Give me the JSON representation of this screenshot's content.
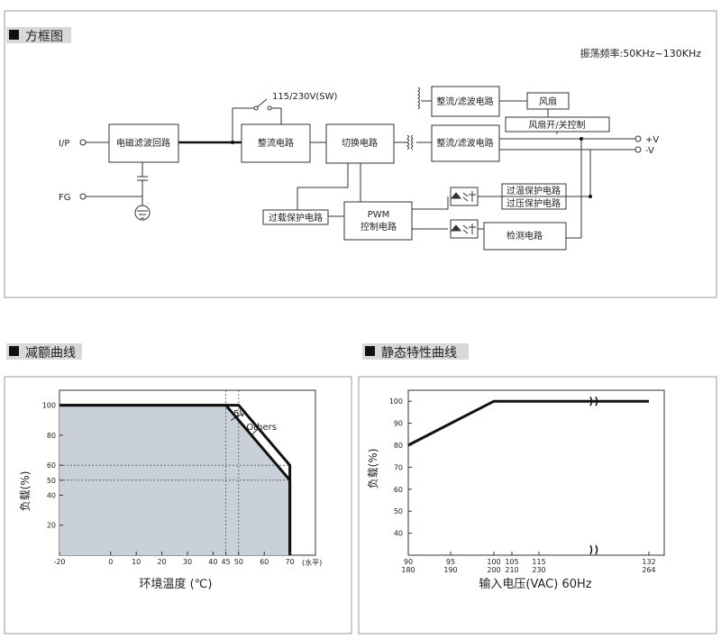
{
  "sections": {
    "block_diagram": "方框图",
    "derating": "减额曲线",
    "static": "静态特性曲线"
  },
  "oscillation": "振荡频率:50KHz~130KHz",
  "blocks": {
    "input": "I/P",
    "fg": "FG",
    "emi": "电磁滤波回路",
    "switch": "115/230V(SW)",
    "rect1": "整流电路",
    "switching": "切换电路",
    "rect_top": "整流/滤波电路",
    "fan": "风扇",
    "fan_ctrl": "风扇开/关控制",
    "rect_main": "整流/滤波电路",
    "vplus": "+V",
    "vminus": "-V",
    "otp": "过温保护电路",
    "ovp": "过压保护电路",
    "olp": "过载保护电路",
    "pwm_line1": "PWM",
    "pwm_line2": "控制电路",
    "detect": "检测电路"
  },
  "chart_data": [
    {
      "type": "line",
      "title": "减额曲线",
      "xlabel": "环境温度 (℃)",
      "ylabel": "负载(%)",
      "x_unit": "(水平)",
      "x_ticks": [
        -20,
        0,
        10,
        20,
        30,
        40,
        45,
        50,
        60,
        70
      ],
      "y_ticks": [
        20,
        40,
        50,
        60,
        80,
        100
      ],
      "xlim": [
        -20,
        80
      ],
      "ylim": [
        0,
        110
      ],
      "grid": false,
      "guides_x": [
        45,
        50
      ],
      "guides_y": [
        50,
        60
      ],
      "series": [
        {
          "name": "5V",
          "x": [
            -20,
            50,
            70,
            70
          ],
          "y": [
            100,
            100,
            60,
            0
          ]
        },
        {
          "name": "Others",
          "x": [
            -20,
            45,
            70,
            70
          ],
          "y": [
            100,
            100,
            50,
            0
          ]
        }
      ]
    },
    {
      "type": "line",
      "title": "静态特性曲线",
      "xlabel": "输入电压(VAC) 60Hz",
      "ylabel": "负载(%)",
      "x_ticks": [
        "90",
        "95",
        "100",
        "105",
        "115",
        "132"
      ],
      "x_ticks_alt": [
        "180",
        "190",
        "200",
        "210",
        "230",
        "264"
      ],
      "y_ticks": [
        40,
        50,
        60,
        70,
        80,
        90,
        100
      ],
      "ylim": [
        30,
        105
      ],
      "grid": false,
      "series": [
        {
          "x": [
            90,
            100,
            132
          ],
          "y": [
            80,
            100,
            100
          ]
        }
      ]
    }
  ]
}
